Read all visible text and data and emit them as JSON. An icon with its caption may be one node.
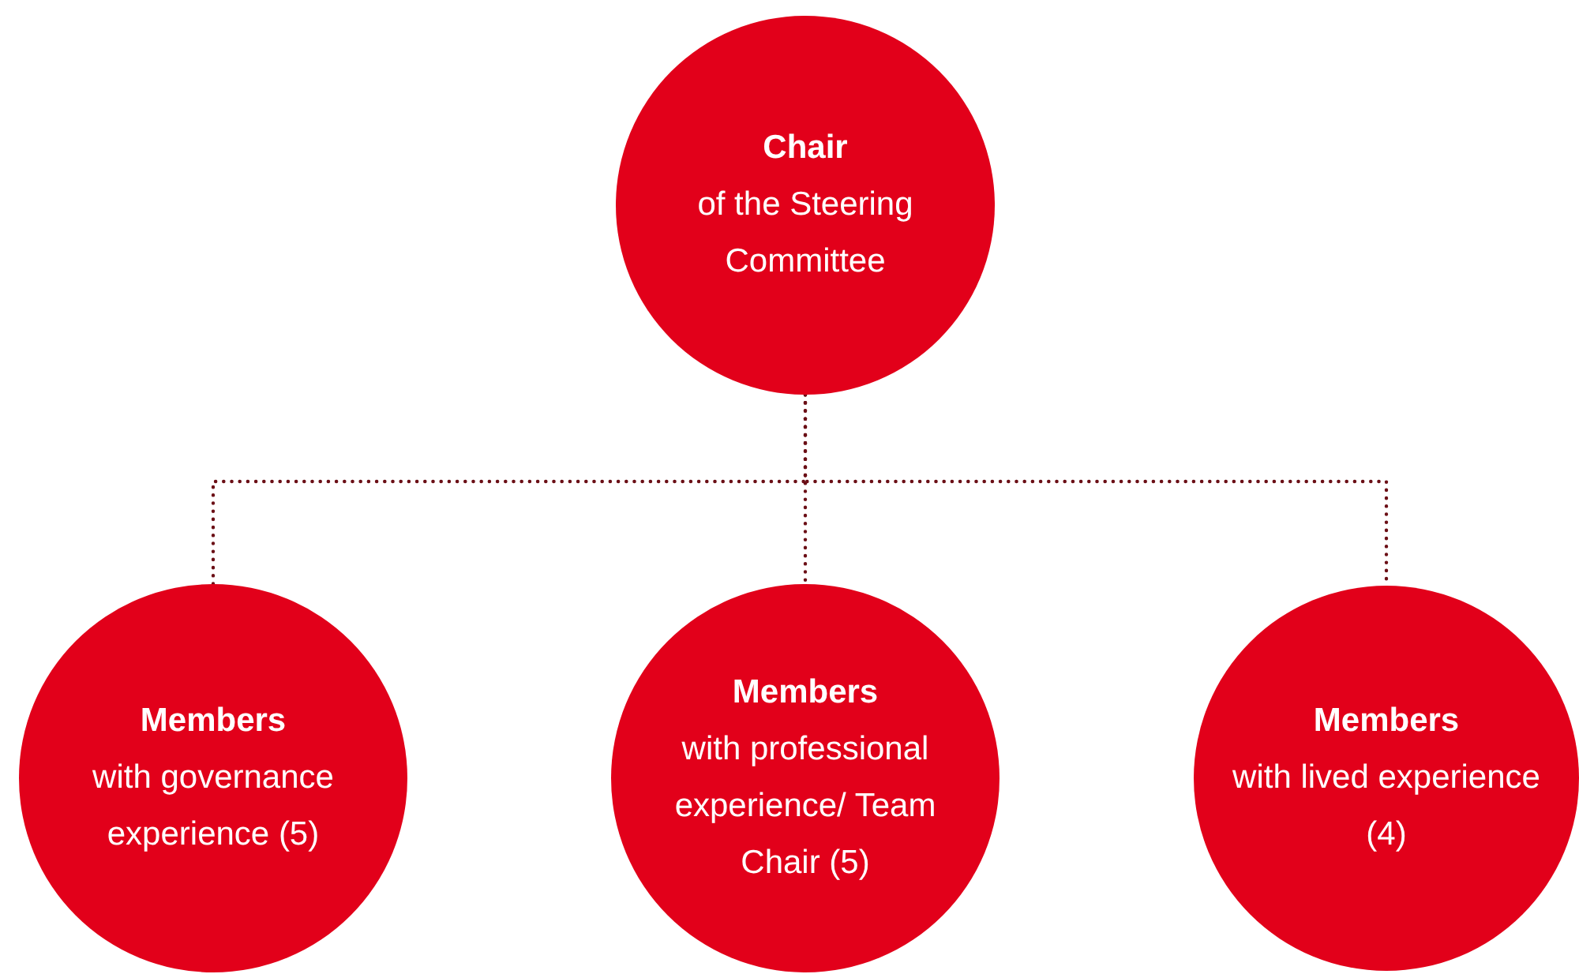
{
  "diagram": {
    "nodes": [
      {
        "text": [
          "Chair",
          "of the Steering Committee"
        ]
      },
      {
        "text": [
          "Members",
          "with governance experience (5)"
        ]
      },
      {
        "text": [
          "Members",
          "with professional experience/ Team Chair (5)"
        ]
      },
      {
        "text": [
          "Members",
          "with lived experience (4)"
        ]
      }
    ],
    "edges": [
      {
        "from": 0,
        "to": 1,
        "arrow": "none",
        "style": "dashed"
      },
      {
        "from": 0,
        "to": 2,
        "arrow": "none",
        "style": "dashed"
      },
      {
        "from": 0,
        "to": 3,
        "arrow": "none",
        "style": "dashed"
      }
    ]
  }
}
